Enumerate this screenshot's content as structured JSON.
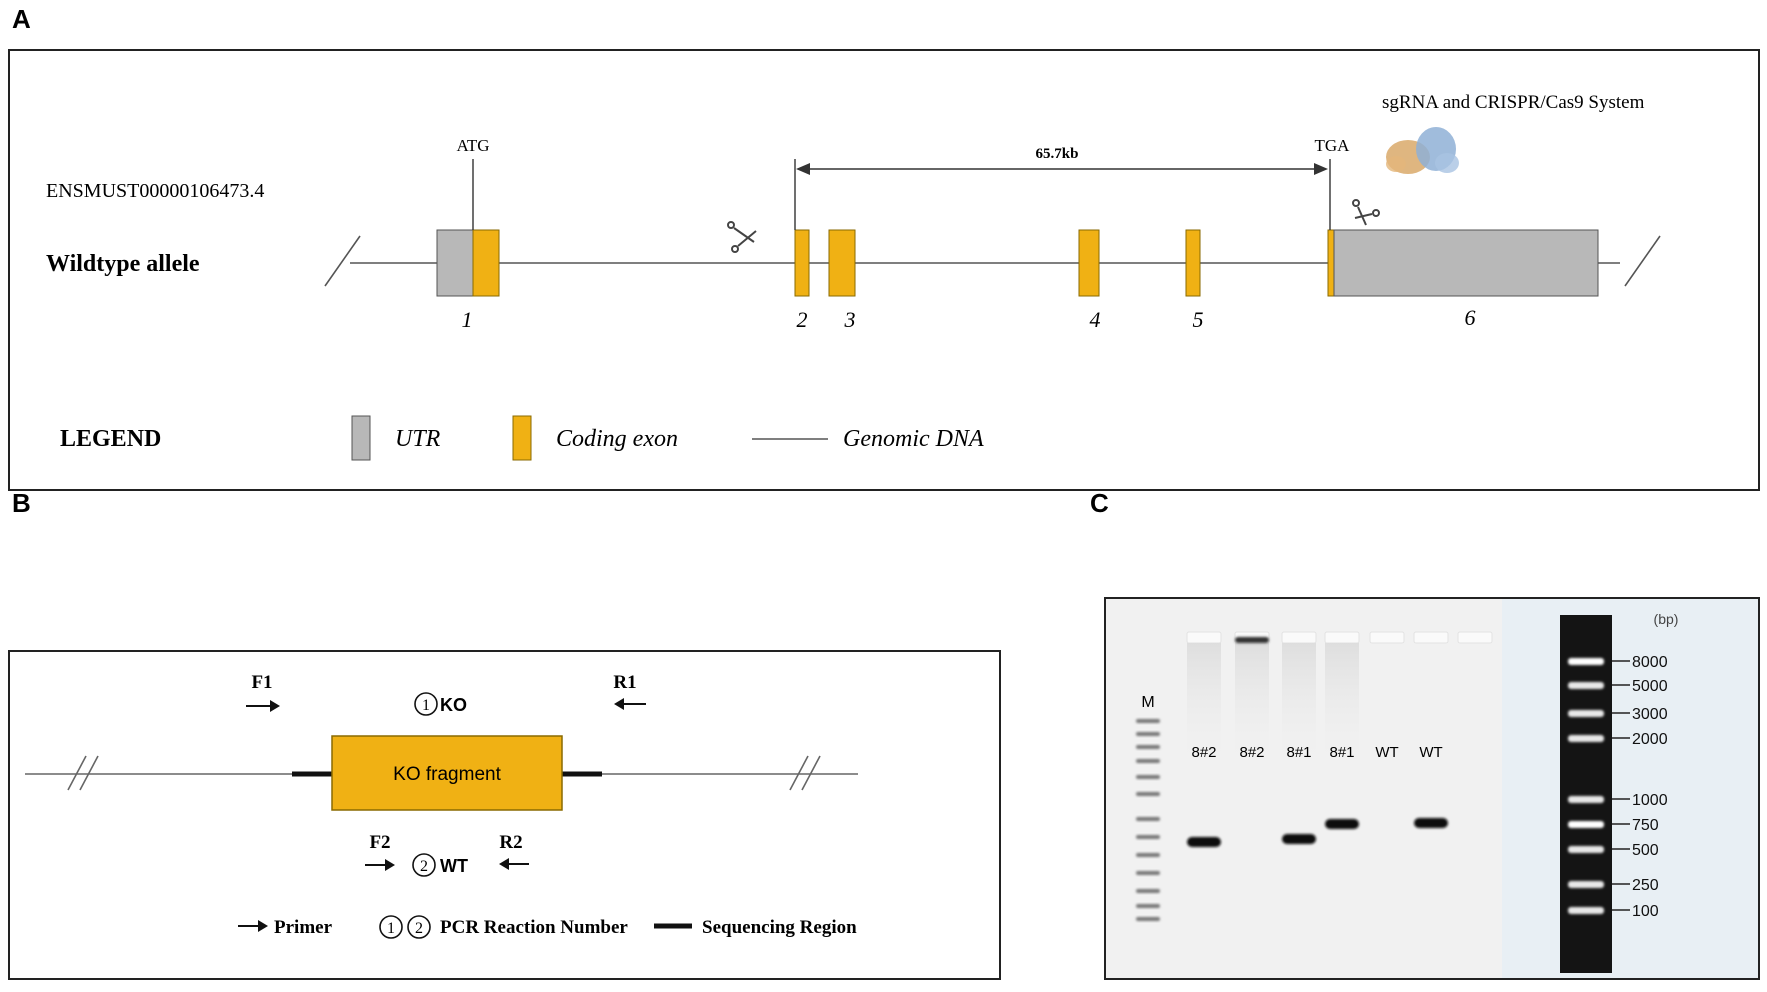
{
  "panels": {
    "a": "A",
    "b": "B",
    "c": "C"
  },
  "panel_a": {
    "transcript_id": "ENSMUST00000106473.4",
    "allele_label": "Wildtype allele",
    "atg": "ATG",
    "tga": "TGA",
    "distance": "65.7kb",
    "system_label": "sgRNA and CRISPR/Cas9 System",
    "exons": [
      "1",
      "2",
      "3",
      "4",
      "5",
      "6"
    ],
    "legend": {
      "title": "LEGEND",
      "utr": "UTR",
      "coding": "Coding exon",
      "genomic": "Genomic DNA"
    },
    "colors": {
      "utr": "#b8b8b8",
      "coding": "#f0b114"
    }
  },
  "panel_b": {
    "f1": "F1",
    "r1": "R1",
    "f2": "F2",
    "r2": "R2",
    "ko_num": "1",
    "ko_label": "KO",
    "wt_num": "2",
    "wt_label": "WT",
    "fragment": "KO fragment",
    "legend": {
      "primer": "Primer",
      "num1": "1",
      "num2": "2",
      "pcr": "PCR Reaction Number",
      "seq": "Sequencing Region"
    }
  },
  "panel_c": {
    "marker_lane": "M",
    "lanes": [
      "8#2",
      "8#2",
      "8#1",
      "8#1",
      "WT",
      "WT"
    ],
    "unit": "(bp)",
    "ladder": [
      "8000",
      "5000",
      "3000",
      "2000",
      "1000",
      "750",
      "500",
      "250",
      "100"
    ]
  }
}
